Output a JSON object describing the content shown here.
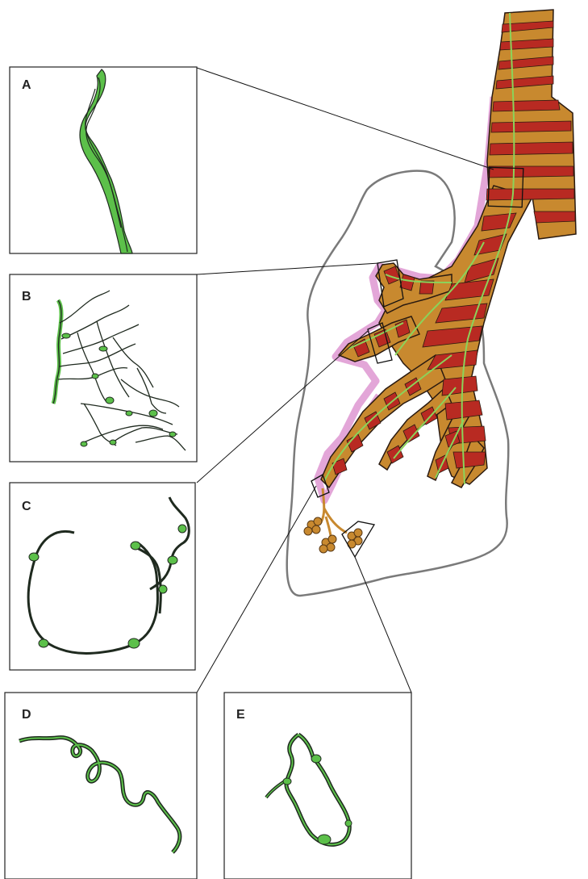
{
  "panels": [
    {
      "id": "A",
      "label": "A"
    },
    {
      "id": "B",
      "label": "B"
    },
    {
      "id": "C",
      "label": "C"
    },
    {
      "id": "D",
      "label": "D"
    },
    {
      "id": "E",
      "label": "E"
    }
  ],
  "colors": {
    "nerve_fill": "#5cc04a",
    "nerve_outline": "#1f2a1f",
    "cartilage_band": "#c8892f",
    "muscle_band": "#b82a22",
    "epithelium_edge": "#e3a6d8",
    "lung_outline": "#7a7a7a",
    "trunk_nerve": "#8bd35a"
  }
}
